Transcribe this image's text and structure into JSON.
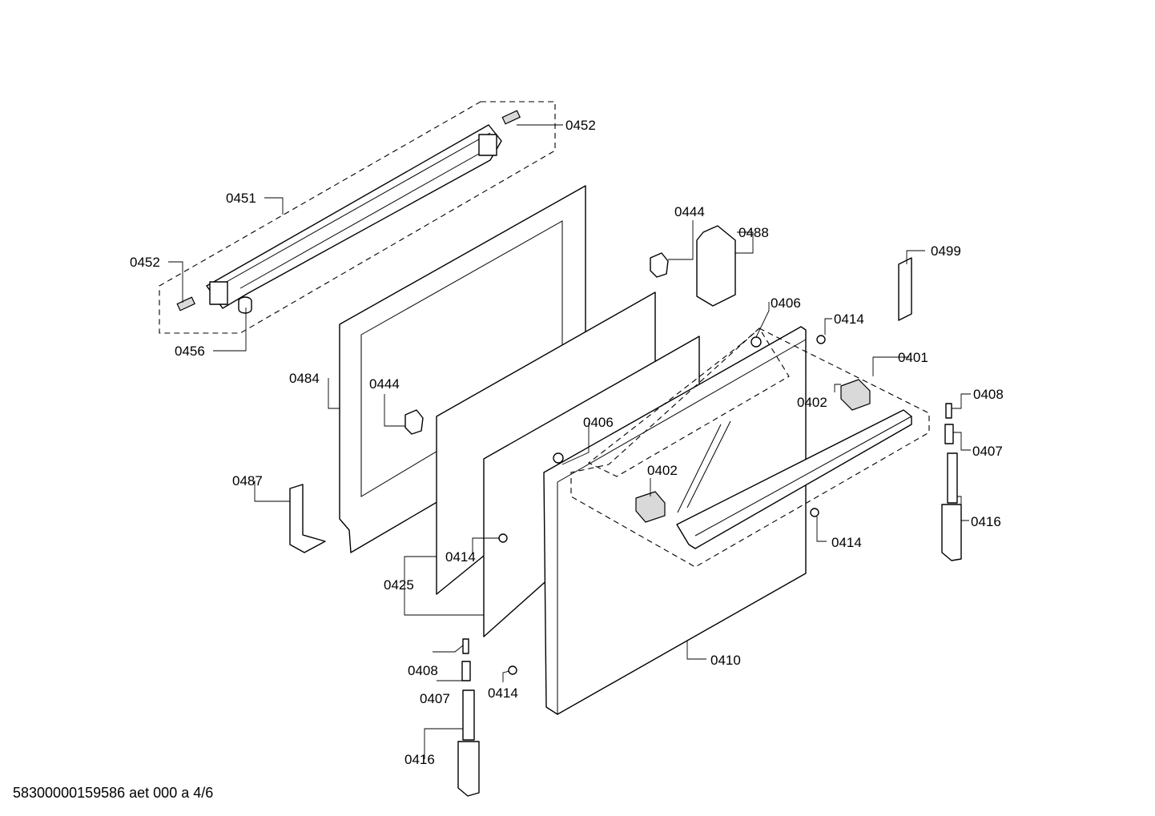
{
  "callouts": {
    "c0452_top": "0452",
    "c0451": "0451",
    "c0452_left": "0452",
    "c0456": "0456",
    "c0484": "0484",
    "c0444_mid": "0444",
    "c0487": "0487",
    "c0414_glass": "0414",
    "c0425": "0425",
    "c0406_mid": "0406",
    "c0402_mid": "0402",
    "c0444_top": "0444",
    "c0488": "0488",
    "c0499": "0499",
    "c0406_top": "0406",
    "c0414_top": "0414",
    "c0401": "0401",
    "c0402_right": "0402",
    "c0408_right": "0408",
    "c0407_right": "0407",
    "c0416_right": "0416",
    "c0414_right": "0414",
    "c0410": "0410",
    "c0408_low": "0408",
    "c0407_low": "0407",
    "c0414_low": "0414",
    "c0416_low": "0416"
  },
  "footer": "58300000159586 aet 000 a 4/6"
}
